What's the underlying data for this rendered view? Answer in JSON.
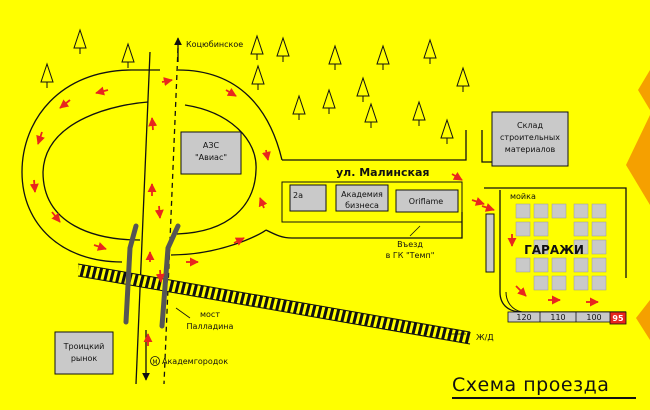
{
  "title": "Схема проезда",
  "labels": {
    "kotsyubinskoe": "Коцюбинское",
    "azs_line1": "АЗС",
    "azs_line2": "\"Авиас\"",
    "street": "ул. Малинская",
    "sklad_line1": "Склад",
    "sklad_line2": "строительных",
    "sklad_line3": "материалов",
    "moyka": "мойка",
    "b_2a": "2а",
    "b_academy_line1": "Академия",
    "b_academy_line2": "бизнеса",
    "b_oriflame": "Oriflame",
    "entry_line1": "Въезд",
    "entry_line2": "в ГК \"Темп\"",
    "garazhi": "ГАРАЖИ",
    "most_line1": "мост",
    "most_line2": "Палладина",
    "rynok_line1": "Троицкий",
    "rynok_line2": "рынок",
    "metro_letter": "М",
    "akademgorodok": "Академгородок",
    "railway": "Ж/Д",
    "num_120": "120",
    "num_110": "110",
    "num_100": "100",
    "num_95": "95"
  },
  "colors": {
    "background": "#FFFF00",
    "arrow": "#E8261E",
    "road": "#111111",
    "block": "#C9C9C9"
  }
}
